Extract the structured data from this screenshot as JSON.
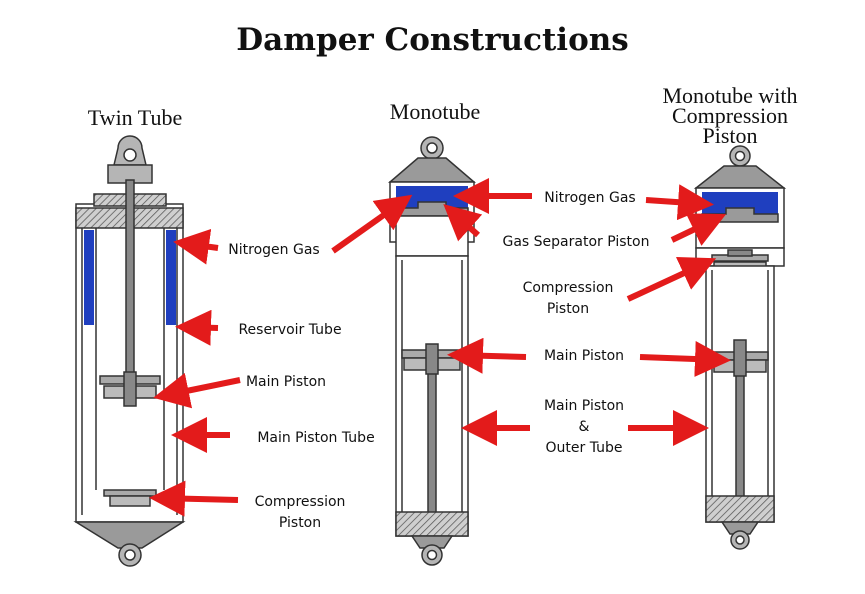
{
  "title": "Damper Constructions",
  "columns": {
    "twin_tube": "Twin Tube",
    "monotube": "Monotube",
    "monotube_comp": [
      "Monotube with",
      "Compression",
      "Piston"
    ]
  },
  "labels": {
    "nitrogen_gas_left": "Nitrogen Gas",
    "reservoir_tube": "Reservoir Tube",
    "main_piston_left": "Main Piston",
    "main_piston_tube": "Main Piston Tube",
    "compression_piston_left": [
      "Compression",
      "Piston"
    ],
    "nitrogen_gas_mid": "Nitrogen Gas",
    "gas_separator_piston": "Gas Separator Piston",
    "compression_piston_right": [
      "Compression",
      "Piston"
    ],
    "main_piston_mid": "Main Piston",
    "main_piston_outer_tube": [
      "Main Piston",
      "&",
      "Outer Tube"
    ]
  },
  "colors": {
    "gas": "#1f3fbf",
    "arrow": "#e31b1b",
    "metal": "#9a9a9a",
    "outline": "#333333"
  }
}
